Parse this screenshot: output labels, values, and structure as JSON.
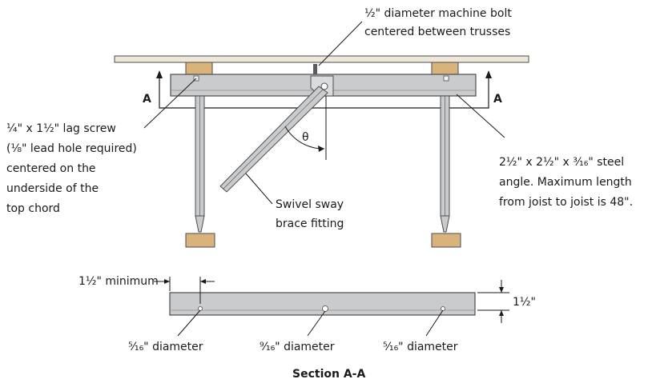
{
  "colors": {
    "steel": "#c9cbcd",
    "steel_edge": "#4a4c4f",
    "wood": "#d8b37b",
    "plywood": "#efe7d8",
    "line": "#1a1a1a"
  },
  "labels": {
    "bolt": [
      "½\" diameter machine bolt",
      "centered between trusses"
    ],
    "lag": [
      "¼\" x 1½\" lag screw",
      "(⅛\" lead hole required)",
      "centered on the",
      "underside of the",
      "top chord"
    ],
    "angle": [
      "2½\" x 2½\" x ³⁄₁₆\" steel",
      "angle. Maximum length",
      "from joist to joist is 48\"."
    ],
    "swivel": [
      "Swivel sway",
      "brace fitting"
    ],
    "theta": "θ",
    "section_left": "A",
    "section_right": "A",
    "minimum": "1½\" minimum",
    "height": "1½\"",
    "hole_left": "⁵⁄₁₆\" diameter",
    "hole_mid": "⁹⁄₁₆\" diameter",
    "hole_right": "⁵⁄₁₆\" diameter",
    "section_title": "Section A-A"
  }
}
